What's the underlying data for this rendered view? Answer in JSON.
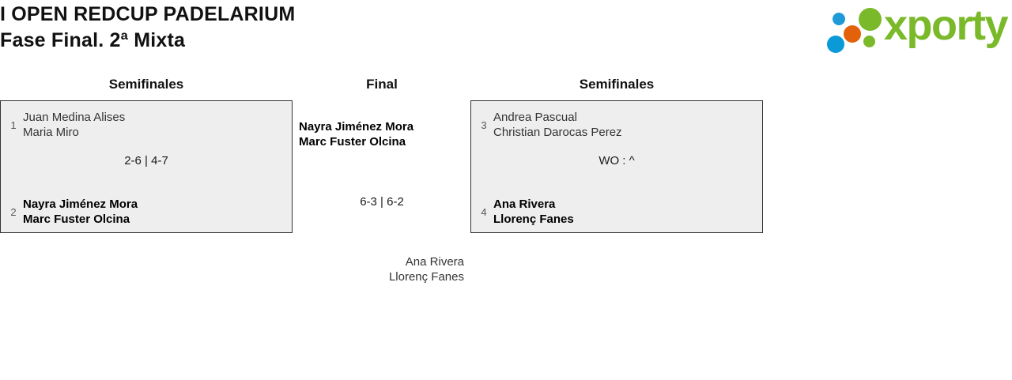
{
  "header": {
    "tournament_title": "I OPEN REDCUP PADELARIUM",
    "phase_title": "Fase Final. 2ª Mixta",
    "logo": {
      "wordmark": "xporty",
      "colors": {
        "green": "#7ab929",
        "blue": "#0b9ad8",
        "orange": "#e2610a"
      }
    }
  },
  "rounds": {
    "left_label": "Semifinales",
    "final_label": "Final",
    "right_label": "Semifinales"
  },
  "bracket": {
    "semifinal_left": {
      "top_team": {
        "seed": "1",
        "player1": "Juan Medina Alises",
        "player2": "Maria Miro",
        "result": "loser"
      },
      "score": "2-6 | 4-7",
      "bottom_team": {
        "seed": "2",
        "player1": "Nayra Jiménez Mora",
        "player2": "Marc Fuster Olcina",
        "result": "winner"
      }
    },
    "semifinal_right": {
      "top_team": {
        "seed": "3",
        "player1": "Andrea Pascual",
        "player2": "Christian Darocas Perez",
        "result": "loser"
      },
      "score": "WO : ^",
      "bottom_team": {
        "seed": "4",
        "player1": "Ana Rivera",
        "player2": "Llorenç Fanes",
        "result": "winner"
      }
    },
    "final": {
      "winner": {
        "player1": "Nayra Jiménez Mora",
        "player2": "Marc Fuster Olcina"
      },
      "score": "6-3 | 6-2",
      "runner_up": {
        "player1": "Ana Rivera",
        "player2": "Llorenç Fanes"
      }
    }
  }
}
